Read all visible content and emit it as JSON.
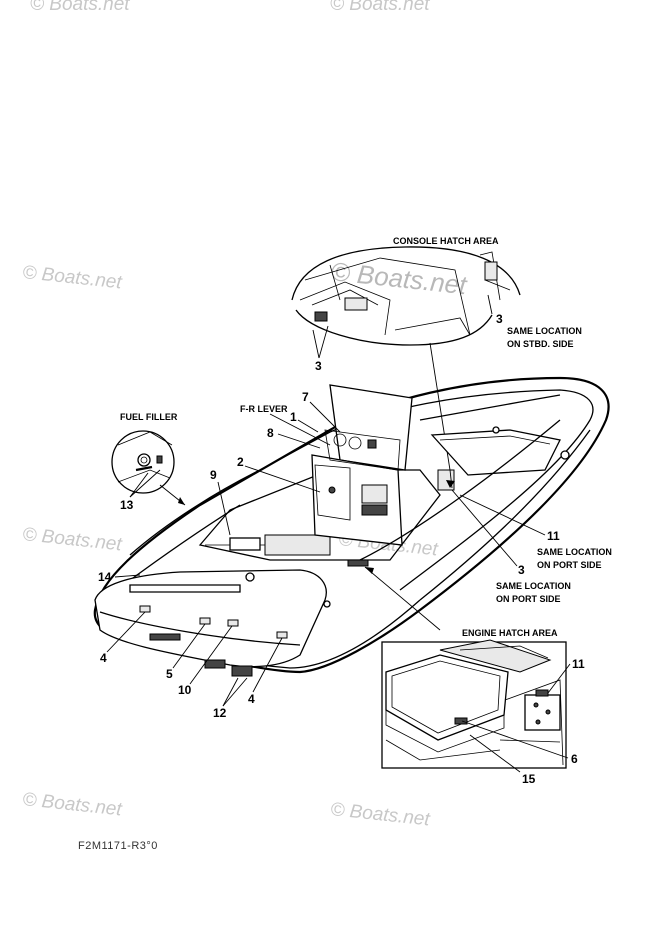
{
  "watermark": "© Boats.net",
  "diagram_code": "F2M1171-R3°0",
  "labels": {
    "console_hatch_area": "CONSOLE HATCH AREA",
    "same_location_stbd": [
      "SAME LOCATION",
      "ON STBD. SIDE"
    ],
    "fuel_filler": "FUEL FILLER",
    "fr_lever": "F-R LEVER",
    "same_location_port_1": [
      "SAME LOCATION",
      "ON PORT SIDE"
    ],
    "same_location_port_2": [
      "SAME LOCATION",
      "ON PORT SIDE"
    ],
    "engine_hatch_area": "ENGINE HATCH AREA"
  },
  "callouts": {
    "c1": "1",
    "c2": "2",
    "c3a": "3",
    "c3b": "3",
    "c3c": "3",
    "c4a": "4",
    "c4b": "4",
    "c5": "5",
    "c6": "6",
    "c7": "7",
    "c8": "8",
    "c9": "9",
    "c10": "10",
    "c11a": "11",
    "c11b": "11",
    "c12": "12",
    "c13": "13",
    "c14": "14",
    "c15": "15"
  }
}
